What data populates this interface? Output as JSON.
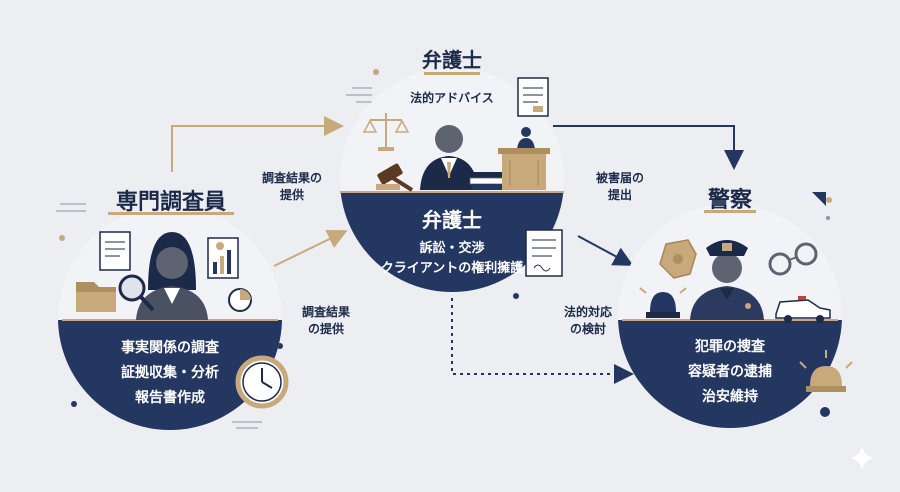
{
  "lawyer": {
    "title": "弁護士",
    "sub": "法的アドバイス",
    "band_title": "弁護士",
    "lines": [
      "訴訟・交渉",
      "クライアントの権利擁護"
    ]
  },
  "investigator": {
    "title": "専門調査員",
    "lines": [
      "事実関係の調査",
      "証拠収集・分析",
      "報告書作成"
    ]
  },
  "police": {
    "title": "警察",
    "lines": [
      "犯罪の捜査",
      "容疑者の逮捕",
      "治安維持"
    ]
  },
  "arrows": {
    "inv_to_law_upper": [
      "調査結果の",
      "提供"
    ],
    "inv_to_law_lower": [
      "調査結果",
      "の提供"
    ],
    "law_to_police_upper": [
      "被害届の",
      "提出"
    ],
    "law_to_police_lower": [
      "法的対応",
      "の検討"
    ]
  },
  "colors": {
    "navy": "#233761",
    "gold": "#c7a97b",
    "dark": "#1c2a4a",
    "bg": "#eceef2"
  },
  "icons": [
    "scales-icon",
    "gavel-icon",
    "books-icon",
    "document-icon",
    "judge-icon",
    "magnifier-icon",
    "folder-icon",
    "clock-icon",
    "chart-document-icon",
    "police-badge-icon",
    "handcuffs-icon",
    "siren-icon",
    "police-car-icon"
  ]
}
